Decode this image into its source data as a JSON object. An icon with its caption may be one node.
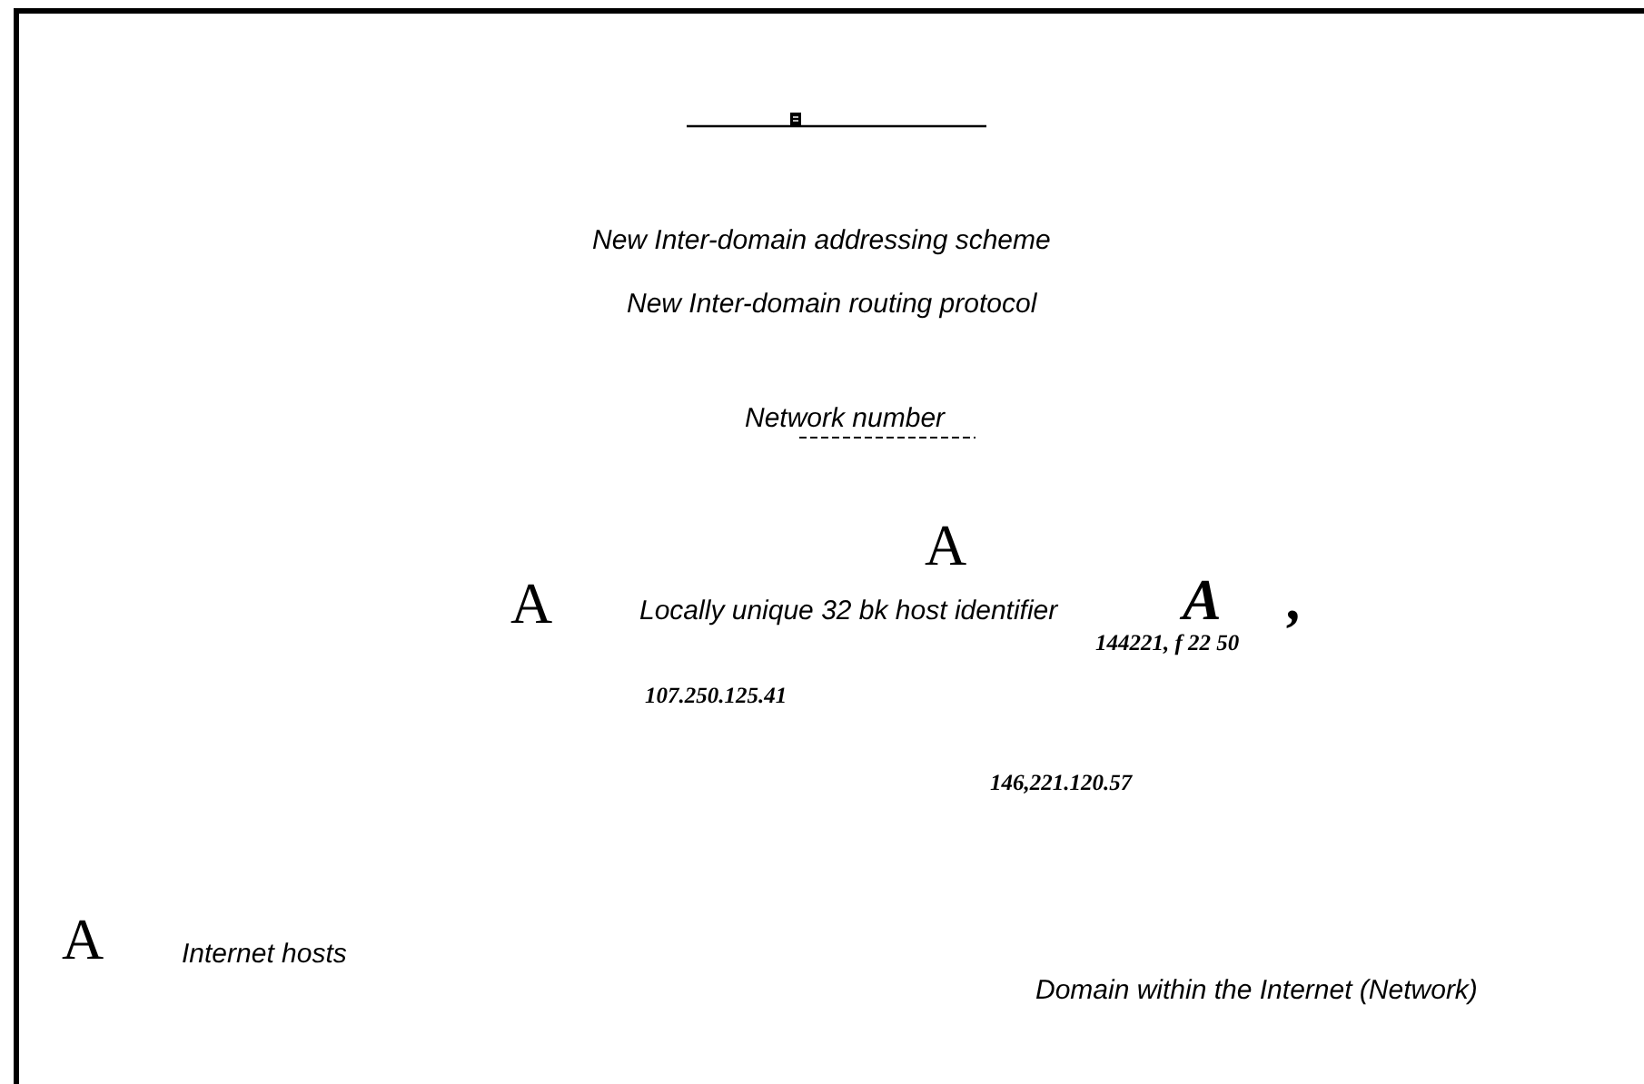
{
  "diagram": {
    "labels": [
      "New Inter-domain addressing scheme",
      "New Inter-domain routing protocol",
      "Network number",
      "A",
      "A",
      "Locally unique 32 bk host identifier",
      "A",
      ",",
      "144221, f 22 50",
      "107.250.125.41",
      "146,221.120.57",
      "A",
      "Internet hosts",
      "Domain within the Internet (Network)"
    ]
  }
}
